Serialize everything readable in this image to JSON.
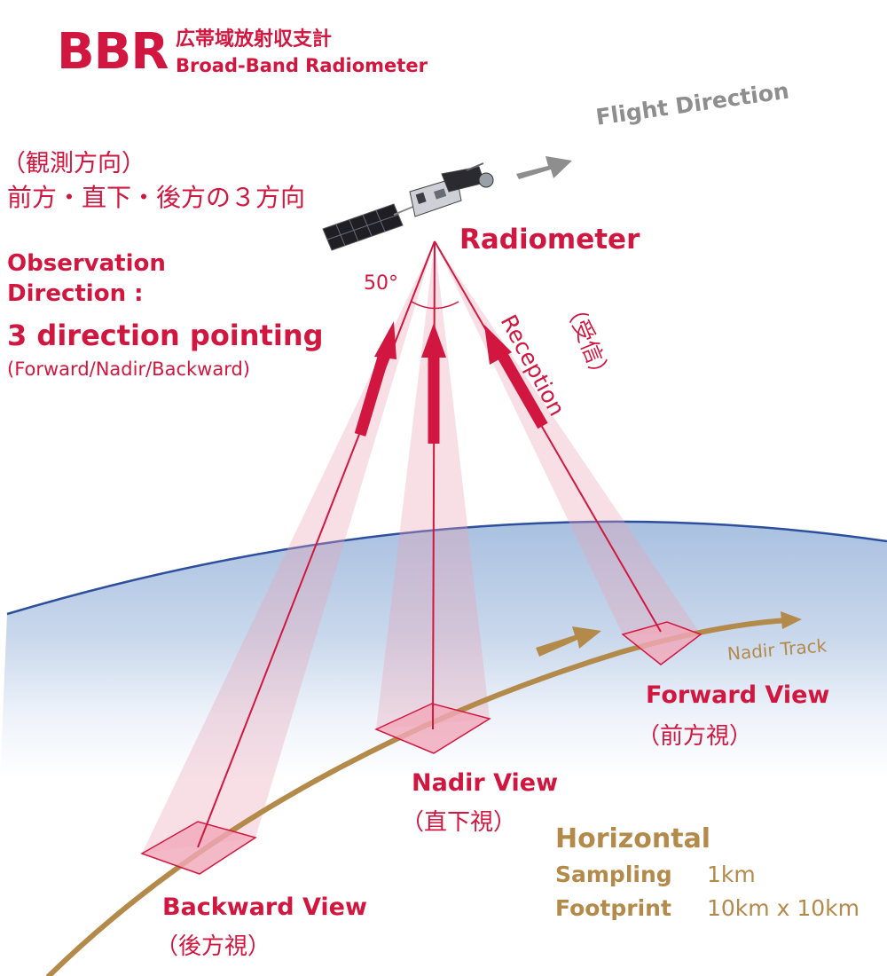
{
  "header": {
    "logo_text": "BBR",
    "title_ja": "広帯域放射収支計",
    "title_en": "Broad-Band Radiometer"
  },
  "flight": {
    "label": "Flight Direction"
  },
  "radiometer": {
    "label": "Radiometer",
    "angle_label": "50°"
  },
  "reception": {
    "label_ja": "（受信）",
    "label_en": "Reception"
  },
  "observation": {
    "ja_line1": "（観測方向）",
    "ja_line2": "前方・直下・後方の３方向",
    "en_line1": "Observation",
    "en_line2": "Direction :",
    "pointing": "3 direction pointing",
    "sub": "(Forward/Nadir/Backward)"
  },
  "track": {
    "label": "Nadir Track"
  },
  "views": {
    "forward": {
      "en": "Forward View",
      "ja": "（前方視）"
    },
    "nadir": {
      "en": "Nadir View",
      "ja": "（直下視）"
    },
    "backward": {
      "en": "Backward View",
      "ja": "（後方視）"
    }
  },
  "specs": {
    "heading": "Horizontal",
    "sampling_label": "Sampling",
    "sampling_value": "1km",
    "footprint_label": "Footprint",
    "footprint_value": "10km x 10km"
  },
  "colors": {
    "accent_red": "#d1173f",
    "track_gold": "#b48a4b",
    "earth_edge": "#2d4f9e",
    "earth_fill": "#b4c8e4",
    "arrow_gray": "#8e8e8e"
  }
}
